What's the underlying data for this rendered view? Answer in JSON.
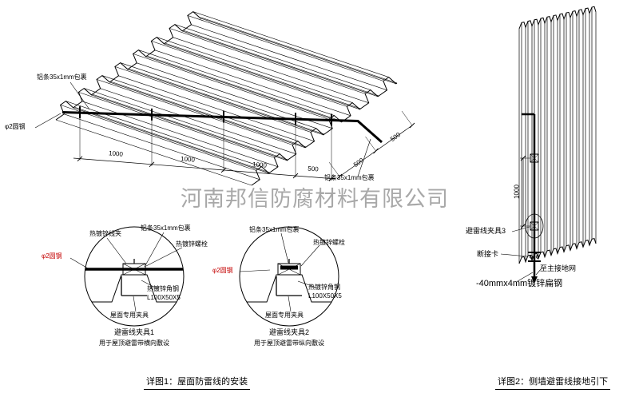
{
  "watermark": "河南邦信防腐材料有限公司",
  "roof": {
    "label_aluminum_top": "铝条35x1mm包裹",
    "label_aluminum_right": "铝条35x1mm包裹",
    "label_round_steel": "φ2圆钢",
    "dims": [
      "1000",
      "1000",
      "1000",
      "500"
    ],
    "slope_dims": [
      "500",
      "500"
    ]
  },
  "detail1": {
    "title": "避雷线夹具1",
    "subtitle": "用于屋顶避雷带横向敷设",
    "labels": {
      "wire_clip": "热镀锌线夹",
      "aluminum": "铝条35x1mm包裹",
      "bolt": "热镀锌螺栓",
      "round_steel": "φ2圆钢",
      "angle_steel": "热镀锌角钢",
      "angle_spec": "L100X50X5",
      "roof_clamp": "屋面专用夹具"
    }
  },
  "detail2": {
    "title": "避雷线夹具2",
    "subtitle": "用于屋顶避雷带纵向敷设",
    "labels": {
      "aluminum": "铝条35x1mm包裹",
      "bolt": "热镀锌螺栓",
      "round_steel": "φ2圆钢",
      "angle_steel": "热镀锌角钢",
      "angle_spec": "L100X50X5",
      "roof_clamp": "屋面专用夹具"
    }
  },
  "wall": {
    "dim": "1000",
    "label_clamp3": "避雷线夹具3",
    "label_disconnect": "断接卡",
    "label_to_ground": "至主接地网",
    "label_flat_steel": "-40mmx4mm镀锌扁钢"
  },
  "captions": {
    "detail1": "详图1：屋面防雷线的安装",
    "detail2": "详图2：侧墙避雷线接地引下"
  },
  "colors": {
    "line": "#000000",
    "red_label": "#c40000",
    "watermark": "#9a9a9a"
  }
}
